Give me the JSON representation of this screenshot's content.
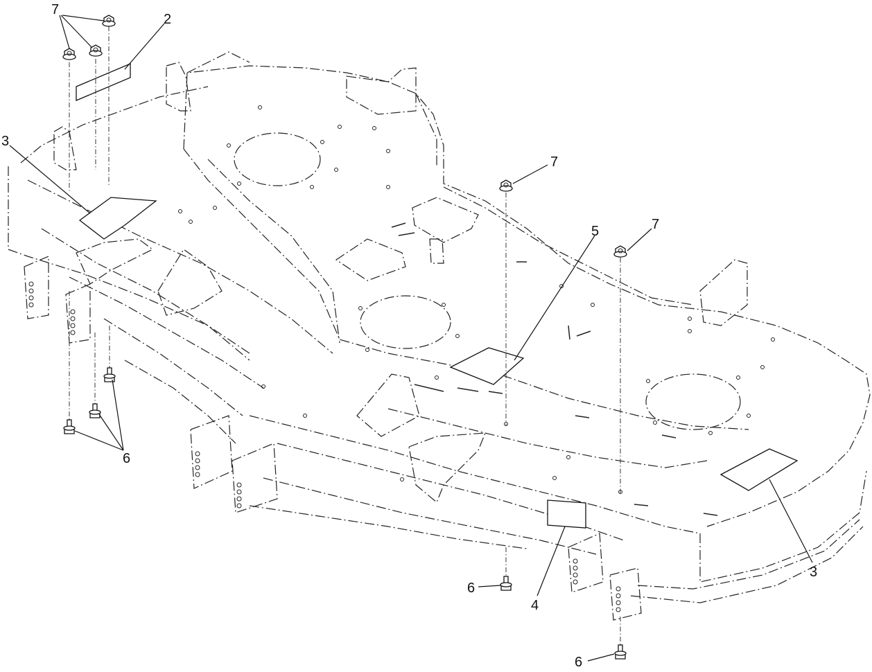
{
  "callouts": [
    {
      "id": "c7a",
      "label": "7"
    },
    {
      "id": "c2",
      "label": "2"
    },
    {
      "id": "c3a",
      "label": "3"
    },
    {
      "id": "c6a",
      "label": "6"
    },
    {
      "id": "c7b",
      "label": "7"
    },
    {
      "id": "c5",
      "label": "5"
    },
    {
      "id": "c7c",
      "label": "7"
    },
    {
      "id": "c3b",
      "label": "3"
    },
    {
      "id": "c6b",
      "label": "6"
    },
    {
      "id": "c4",
      "label": "4"
    },
    {
      "id": "c6c",
      "label": "6"
    }
  ]
}
